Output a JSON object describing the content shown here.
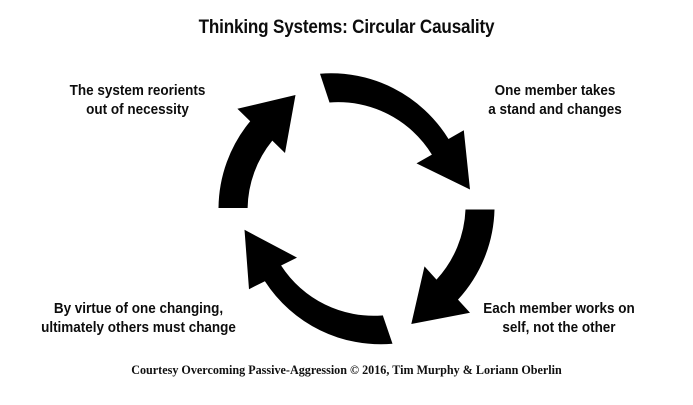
{
  "title": "Thinking Systems: Circular Causality",
  "diagram": {
    "type": "circular-causality-cycle",
    "direction": "clockwise",
    "arrow_color": "#000000",
    "background_color": "#ffffff",
    "segments": 4,
    "labels": {
      "top_left": {
        "line1": "The system reorients",
        "line2": "out of necessity"
      },
      "top_right": {
        "line1": "One member takes",
        "line2": "a stand and changes"
      },
      "bottom_right": {
        "line1": "Each member works on",
        "line2": "self, not the other"
      },
      "bottom_left": {
        "line1": "By virtue of one changing,",
        "line2": "ultimately others must change"
      }
    }
  },
  "credit": "Courtesy Overcoming Passive-Aggression © 2016, Tim Murphy & Loriann Oberlin"
}
